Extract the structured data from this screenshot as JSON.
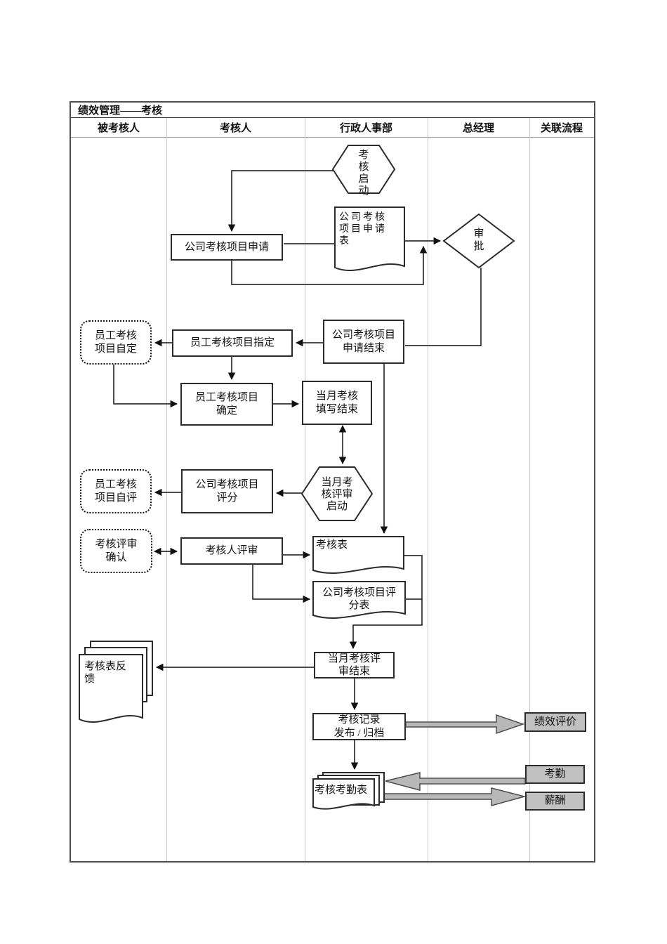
{
  "header": {
    "title": "绩效管理——考核",
    "columns": [
      "被考核人",
      "考核人",
      "行政人事部",
      "总经理",
      "关联流程"
    ]
  },
  "flow": {
    "start_hex": "考\n核\n启\n动",
    "company_apply": "公司考核项目申请",
    "apply_form_doc": "公司考核\n项目申请\n表",
    "approve_diamond": "审\n批",
    "apply_end": "公司考核项目\n申请结束",
    "assign": "员工考核项目指定",
    "self_define": "员工考核\n项目自定",
    "confirm": "员工考核项目\n确定",
    "month_fill_end": "当月考核\n填写结束",
    "month_review_hex": "当月考\n核评审\n启动",
    "score": "公司考核项目\n评分",
    "self_eval": "员工考核\n项目自评",
    "review_confirm": "考核评审\n确认",
    "reviewer_review": "考核人评审",
    "assess_form_doc": "考核表",
    "score_form_doc": "公司考核项目评\n分表",
    "month_review_end": "当月考核评\n审结束",
    "feedback_doc": "考核表反\n馈",
    "record_publish": "考核记录\n发布 / 归档",
    "attend_form_doc": "考核考勤表"
  },
  "related": {
    "performance": "绩效评价",
    "attendance": "考勤",
    "salary": "薪酬"
  },
  "colors": {
    "gray_box": "#c1c1c1",
    "block_arrow": "#b8b8b8",
    "line": "#111111"
  }
}
